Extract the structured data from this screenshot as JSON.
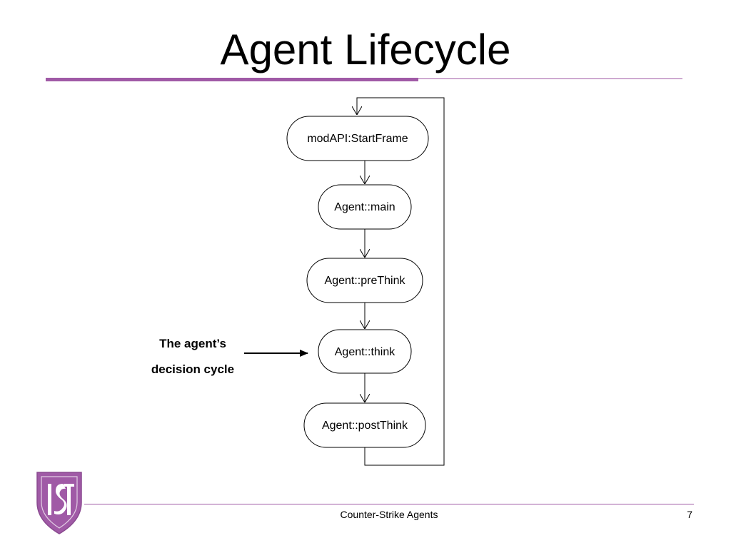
{
  "slide": {
    "title": "Agent Lifecycle",
    "footer_text": "Counter-Strike Agents",
    "page_number": "7"
  },
  "colors": {
    "accent": "#a05aa6",
    "logo_fill": "#a05aa6"
  },
  "diagram": {
    "nodes": [
      {
        "label": "modAPI:StartFrame"
      },
      {
        "label": "Agent::main"
      },
      {
        "label": "Agent::preThink"
      },
      {
        "label": "Agent::think"
      },
      {
        "label": "Agent::postThink"
      }
    ],
    "side_label": {
      "line1": "The agent’s",
      "line2": "decision cycle"
    }
  },
  "logo": {
    "text": "IST"
  }
}
